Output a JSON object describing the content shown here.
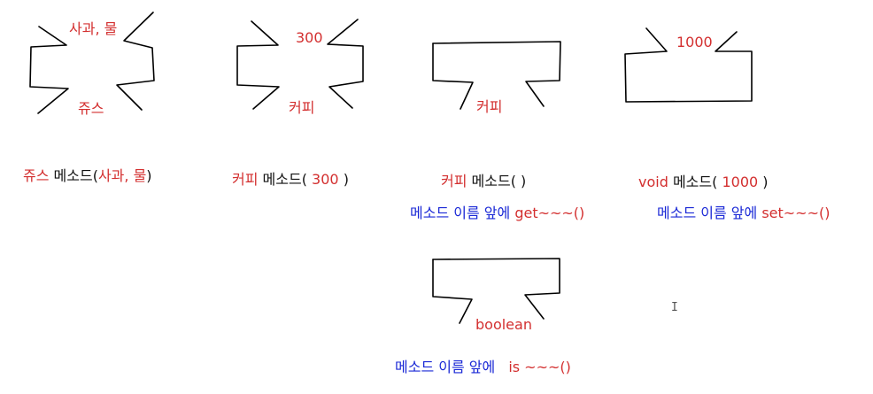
{
  "colors": {
    "input_red": "#d32f2f",
    "text_black": "#111111",
    "note_blue": "#1a28d6",
    "stroke": "#000000"
  },
  "diagram1": {
    "input_label": "사과, 물",
    "output_label": "쥬스",
    "caption_return": "쥬스",
    "caption_method": "메소드(",
    "caption_args": "사과, 물",
    "caption_close": ")"
  },
  "diagram2": {
    "input_label": "300",
    "output_label": "커피",
    "caption_return": "커피",
    "caption_method": "메소드(",
    "caption_args": "300",
    "caption_close": ")"
  },
  "diagram3": {
    "output_label": "커피",
    "caption_return": "커피",
    "caption_method": "메소드( )",
    "note_prefix": "메소드 이름 앞에",
    "note_keyword": "get~~~()"
  },
  "diagram4": {
    "input_label": "1000",
    "caption_return": "void",
    "caption_method": "메소드(",
    "caption_args": "1000",
    "caption_close": ")",
    "note_prefix": "메소드 이름 앞에",
    "note_keyword": "set~~~()"
  },
  "diagram5": {
    "output_label": "boolean",
    "note_prefix": "메소드 이름 앞에",
    "note_keyword": "is ~~~()"
  },
  "cursor_glyph": "I"
}
